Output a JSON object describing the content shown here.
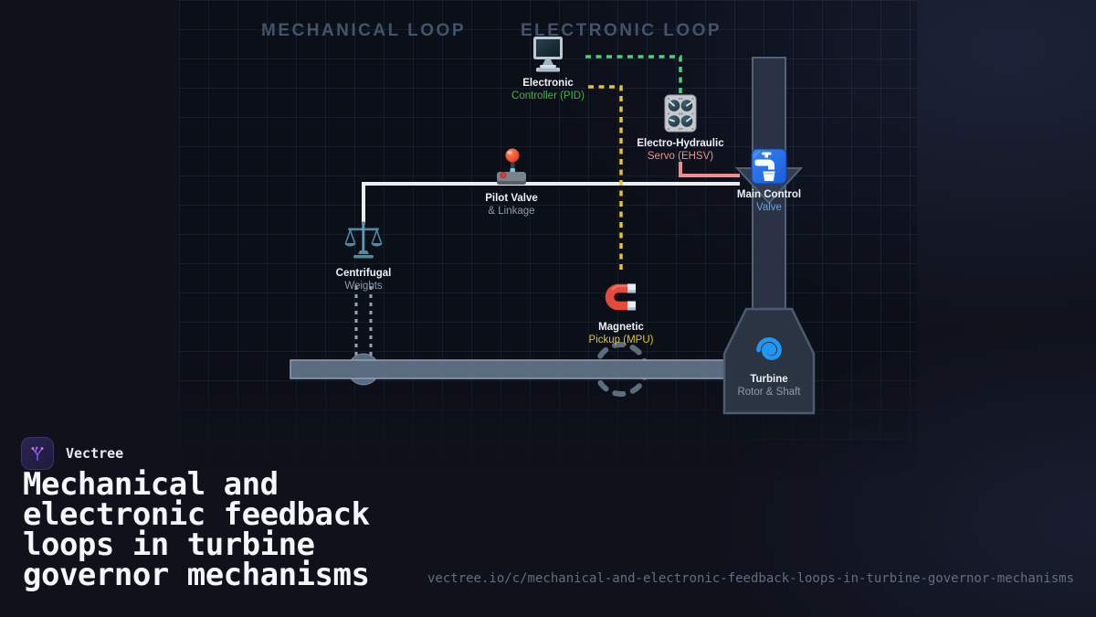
{
  "header": {
    "mechanical_label": "MECHANICAL LOOP",
    "electronic_label": "ELECTRONIC LOOP"
  },
  "diagram": {
    "nodes": [
      {
        "id": "electronic-controller",
        "icon": "monitor-icon",
        "title": "Electronic",
        "subtitle": "Controller (PID)",
        "subtitle_color": "#4caf50"
      },
      {
        "id": "ehsv",
        "icon": "knobs-icon",
        "title": "Electro-Hydraulic",
        "subtitle": "Servo (EHSV)",
        "subtitle_color": "#ee8f8f"
      },
      {
        "id": "pilot-valve",
        "icon": "joystick-icon",
        "title": "Pilot Valve",
        "subtitle": "& Linkage",
        "subtitle_color": "#8c9cac"
      },
      {
        "id": "main-control-valve",
        "icon": "faucet-icon",
        "title": "Main Control",
        "subtitle": "Valve",
        "subtitle_color": "#6aa5dc"
      },
      {
        "id": "centrifugal-weights",
        "icon": "scale-icon",
        "title": "Centrifugal",
        "subtitle": "Weights",
        "subtitle_color": "#8c9cac"
      },
      {
        "id": "magnetic-pickup",
        "icon": "magnet-icon",
        "title": "Magnetic",
        "subtitle": "Pickup (MPU)",
        "subtitle_color": "#e4c234"
      },
      {
        "id": "turbine",
        "icon": "spiral-icon",
        "title": "Turbine",
        "subtitle": "Rotor & Shaft",
        "subtitle_color": "#8c9cac"
      }
    ],
    "colors": {
      "pid_signal_green": "#4cd07d",
      "mpu_signal_yellow": "#e4c234",
      "servo_hydraulic_red": "#f28b8b",
      "mechanical_link_white": "#e9eef4",
      "shaft_slate": "#5c6c80",
      "turbine_spiral_blue": "#2196f3",
      "valve_icon_blue": "#2b7bf0",
      "magnet_red": "#e54b3c",
      "loop_header_slate": "#44536c"
    }
  },
  "footer": {
    "brand": "Vectree",
    "title_lines": [
      "Mechanical and",
      "electronic feedback",
      "loops in turbine",
      "governor mechanisms"
    ],
    "url": "vectree.io/c/mechanical-and-electronic-feedback-loops-in-turbine-governor-mechanisms"
  }
}
